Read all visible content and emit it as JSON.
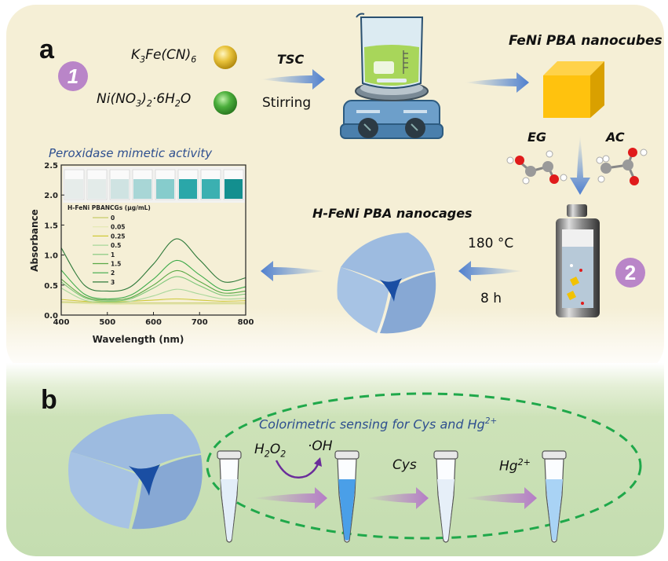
{
  "panel_a": {
    "label": "a",
    "step1_badge": "1",
    "step2_badge": "2",
    "reagent1": {
      "formula_main": "K",
      "sub1": "3",
      "mid": "Fe(CN)",
      "sub2": "6",
      "sphere_color": "#e8c23a"
    },
    "reagent2": {
      "p1": "Ni(NO",
      "sub1": "3",
      "p2": ")",
      "sub2": "2",
      "p3": "·6H",
      "sub3": "2",
      "p4": "O",
      "sphere_color": "#4caf3c"
    },
    "arrow1_top_label": "TSC",
    "arrow1_bottom_label": "Stirring",
    "stirrer_label": "magnetic-stirrer-with-beaker",
    "nanocubes_label": "FeNi PBA nanocubes",
    "cube_color": "#ffc20e",
    "eg_label": "EG",
    "ac_label": "AC",
    "autoclave_label": "autoclave",
    "condition_temp": "180 °C",
    "condition_time": "8 h",
    "nanocages_label": "H-FeNi PBA nanocages",
    "nanocage_color": "#8fb0d8"
  },
  "panel_b": {
    "label": "b",
    "title_main": "Colorimetric sensing for Cys and Hg",
    "title_sup": "2+",
    "h2o2": {
      "p1": "H",
      "sub1": "2",
      "p2": "O",
      "sub2": "2"
    },
    "oh_label": "·OH",
    "cys_label": "Cys",
    "hg_main": "Hg",
    "hg_sup": "2+",
    "tubes": [
      {
        "name": "tube-initial",
        "liquid": "#e3eef9"
      },
      {
        "name": "tube-oxidized-tmb",
        "liquid": "#4a9fe8"
      },
      {
        "name": "tube-after-cys",
        "liquid": "#e6eff8"
      },
      {
        "name": "tube-after-hg",
        "liquid": "#a9d3f5"
      }
    ],
    "dashed_ellipse_color": "#1fa84a",
    "arrow_color": "#b57cc7"
  },
  "chart_data": {
    "type": "line",
    "title": "Peroxidase mimetic activity",
    "xlabel": "Wavelength (nm)",
    "ylabel": "Absorbance",
    "xlim": [
      400,
      800
    ],
    "ylim": [
      0,
      2.5
    ],
    "xticks": [
      "400",
      "500",
      "600",
      "700",
      "800"
    ],
    "yticks": [
      "0.0",
      "0.5",
      "1.0",
      "1.5",
      "2.0",
      "2.5"
    ],
    "legend_title": "H-FeNi PBANCGs (μg/mL)",
    "legend_position": "upper-left",
    "inset": "photo of 8 vials with increasing blue-green color",
    "inset_vial_colors": [
      "#e6ecea",
      "#e3ebe9",
      "#cfe3e2",
      "#a8d6d6",
      "#86cccc",
      "#2aa7a9",
      "#3bb0b1",
      "#138f8f"
    ],
    "series": [
      {
        "name": "0",
        "color": "#c8cc6a",
        "x": [
          400,
          450,
          500,
          550,
          600,
          650,
          700,
          750,
          800
        ],
        "y": [
          0.22,
          0.21,
          0.2,
          0.2,
          0.2,
          0.2,
          0.2,
          0.2,
          0.2
        ]
      },
      {
        "name": "0.05",
        "color": "#e3e8b0",
        "x": [
          400,
          450,
          500,
          550,
          600,
          650,
          700,
          750,
          800
        ],
        "y": [
          0.2,
          0.19,
          0.18,
          0.18,
          0.18,
          0.18,
          0.18,
          0.18,
          0.18
        ]
      },
      {
        "name": "0.25",
        "color": "#cfc93a",
        "x": [
          400,
          450,
          500,
          550,
          600,
          650,
          700,
          750,
          800
        ],
        "y": [
          0.26,
          0.23,
          0.22,
          0.23,
          0.25,
          0.27,
          0.25,
          0.23,
          0.24
        ]
      },
      {
        "name": "0.5",
        "color": "#a8d79a",
        "x": [
          400,
          450,
          500,
          550,
          600,
          650,
          700,
          750,
          800
        ],
        "y": [
          0.45,
          0.25,
          0.21,
          0.23,
          0.32,
          0.43,
          0.35,
          0.27,
          0.28
        ]
      },
      {
        "name": "1",
        "color": "#7fc77a",
        "x": [
          400,
          450,
          500,
          550,
          600,
          650,
          700,
          750,
          800
        ],
        "y": [
          0.55,
          0.29,
          0.23,
          0.27,
          0.45,
          0.64,
          0.49,
          0.33,
          0.35
        ]
      },
      {
        "name": "1.5",
        "color": "#5aa845",
        "x": [
          400,
          450,
          500,
          550,
          600,
          650,
          700,
          750,
          800
        ],
        "y": [
          0.6,
          0.31,
          0.25,
          0.29,
          0.5,
          0.74,
          0.56,
          0.37,
          0.4
        ]
      },
      {
        "name": "2",
        "color": "#3caa48",
        "x": [
          400,
          450,
          500,
          550,
          600,
          650,
          700,
          750,
          800
        ],
        "y": [
          0.75,
          0.35,
          0.27,
          0.33,
          0.6,
          0.91,
          0.67,
          0.42,
          0.47
        ]
      },
      {
        "name": "3",
        "color": "#2f7a3a",
        "x": [
          400,
          450,
          500,
          550,
          600,
          650,
          700,
          750,
          800
        ],
        "y": [
          1.12,
          0.5,
          0.4,
          0.47,
          0.85,
          1.27,
          0.92,
          0.56,
          0.62
        ]
      }
    ]
  }
}
